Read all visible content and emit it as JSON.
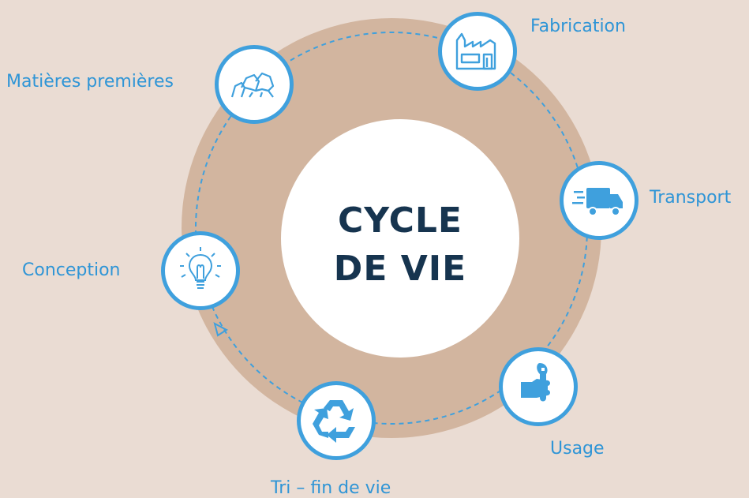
{
  "title": {
    "line1": "CYCLE",
    "line2": "DE VIE"
  },
  "stages": [
    {
      "label": "Matières premières",
      "icon": "rocks-icon"
    },
    {
      "label": "Fabrication",
      "icon": "factory-icon"
    },
    {
      "label": "Transport",
      "icon": "truck-icon"
    },
    {
      "label": "Usage",
      "icon": "hand-wrench-icon"
    },
    {
      "label": "Tri – fin de vie",
      "icon": "recycle-icon"
    },
    {
      "label": "Conception",
      "icon": "lightbulb-icon"
    }
  ],
  "colors": {
    "accent": "#3fa0dd",
    "ring": "#d2b59f",
    "background": "#eadcd3",
    "title": "#16344f"
  }
}
